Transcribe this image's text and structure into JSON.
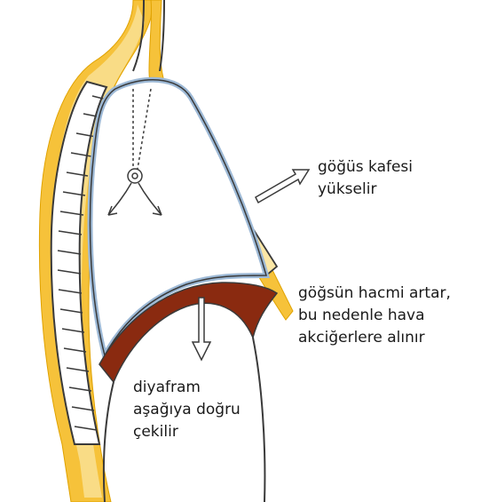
{
  "labels": {
    "ribcage": {
      "line1": "göğüs kafesi",
      "line2": "yükselir"
    },
    "volume": {
      "line1": "göğsün hacmi artar,",
      "line2": "bu nedenle hava",
      "line3": "akciğerlere alınır"
    },
    "diaphragm": {
      "line1": "diyafram",
      "line2": "aşağıya doğru",
      "line3": "çekilir"
    }
  },
  "colors": {
    "fat": "#f6c23a",
    "fat_light": "#fbe7a6",
    "muscle": "#8a2a10",
    "outline": "#3a3a3a",
    "pleura": "#9db9d6",
    "bone": "#ffffff"
  }
}
